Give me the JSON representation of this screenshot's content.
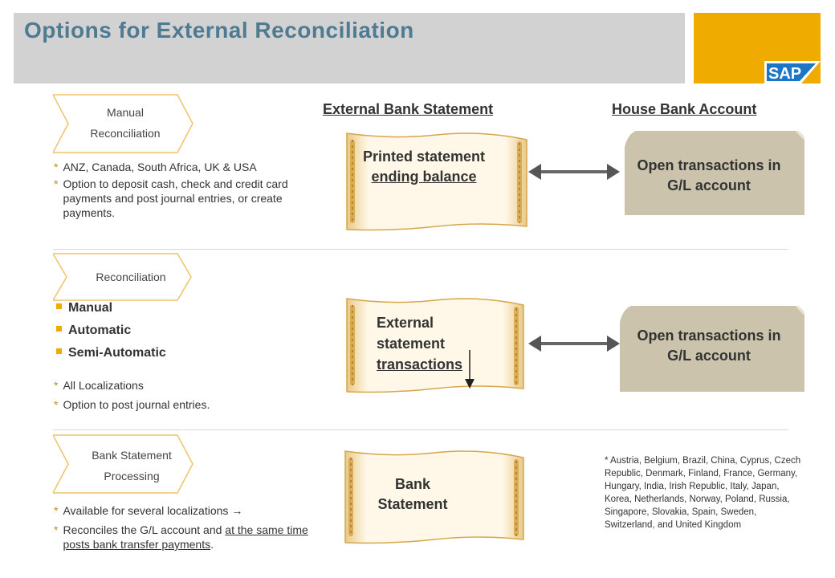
{
  "header": {
    "title": "Options for External Reconciliation",
    "logo_text": "SAP"
  },
  "columns": {
    "left": "External Bank Statement",
    "right": "House Bank Account"
  },
  "sections": {
    "manual": {
      "chevron_line1": "Manual",
      "chevron_line2": "Reconciliation",
      "notes": [
        "ANZ, Canada, South Africa, UK & USA",
        "Option to deposit cash, check and credit card payments and post journal entries, or create payments."
      ],
      "statement_line1": "Printed statement",
      "statement_line2": "ending balance",
      "ledger_line1": "Open transactions in",
      "ledger_line2": "G/L account"
    },
    "reconciliation": {
      "chevron_label": "Reconciliation",
      "bullets": [
        "Manual",
        "Automatic",
        "Semi-Automatic"
      ],
      "notes": [
        "All Localizations",
        "Option to post journal entries."
      ],
      "statement_line1": "External",
      "statement_line2": "statement",
      "statement_line3": "transactions",
      "ledger_line1": "Open transactions in",
      "ledger_line2": "G/L account"
    },
    "bank_statement": {
      "chevron_line1": "Bank Statement",
      "chevron_line2": "Processing",
      "note1": "Available for several localizations",
      "note1_arrow": "→",
      "note2_part1": "Reconciles the G/L account and ",
      "note2_part2": "at the same time posts bank transfer payments",
      "note2_part3": ".",
      "statement_line1": "Bank",
      "statement_line2": "Statement",
      "countries": "* Austria, Belgium, Brazil, China, Cyprus, Czech Republic, Denmark, Finland, France, Germany, Hungary, India, Irish Republic, Italy, Japan, Korea, Netherlands, Norway, Poland, Russia, Singapore, Slovakia, Spain, Sweden, Switzerland, and United Kingdom"
    }
  },
  "note_marker": "*",
  "colors": {
    "accent": "#f0ab00",
    "title": "#4f7b92",
    "ledger": "#cbc3ab",
    "scroll": "#fdf4df",
    "scroll_edge": "#d6a64a"
  }
}
